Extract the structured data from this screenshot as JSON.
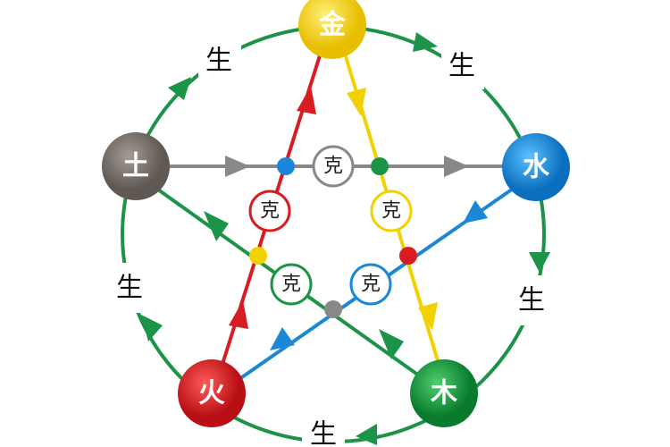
{
  "elements": {
    "metal": {
      "label": "金",
      "color": "#f2cc00"
    },
    "water": {
      "label": "水",
      "color": "#1a88d6"
    },
    "wood": {
      "label": "木",
      "color": "#119b3c"
    },
    "fire": {
      "label": "火",
      "color": "#d81d22"
    },
    "earth": {
      "label": "土",
      "color": "#7a716c"
    }
  },
  "generate_label": "生",
  "overcome_label": "克",
  "cycle_color": "#1c9447"
}
